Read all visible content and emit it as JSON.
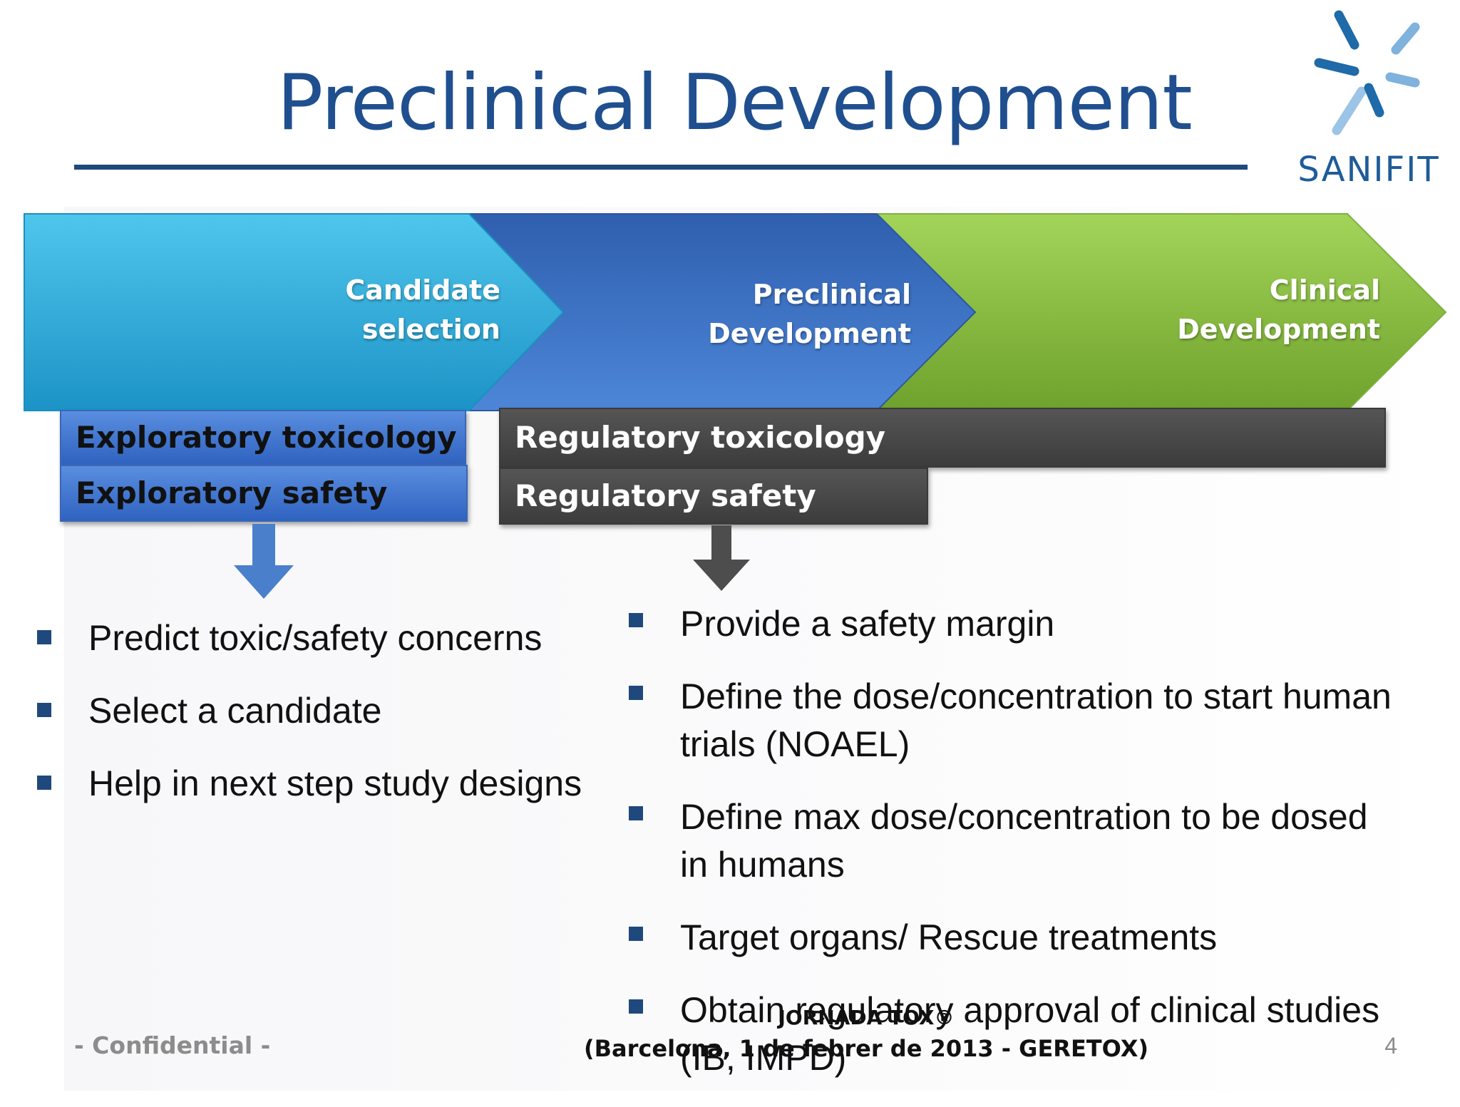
{
  "slide": {
    "title": "Preclinical Development",
    "logo_text": "SANIFIT"
  },
  "phases": [
    {
      "line1": "Candidate",
      "line2": "selection"
    },
    {
      "line1": "Preclinical",
      "line2": "Development"
    },
    {
      "line1": "Clinical",
      "line2": "Development"
    }
  ],
  "bars": {
    "exploratory_toxicology": "Exploratory toxicology",
    "exploratory_safety": "Exploratory safety",
    "regulatory_toxicology": "Regulatory toxicology",
    "regulatory_safety": "Regulatory safety"
  },
  "left_bullets": [
    "Predict toxic/safety concerns",
    "Select a candidate",
    "Help in next step study designs"
  ],
  "right_bullets": [
    " Provide a safety margin",
    " Define the dose/concentration to start human trials  (NOAEL)",
    " Define max dose/concentration to be dosed in humans",
    "Target organs/ Rescue treatments",
    "Obtain regulatory approval of clinical studies (IB, IMPD)"
  ],
  "footer": {
    "confidential": "- Confidential -",
    "event_line1": "JORNADA TOX®",
    "event_line2": "(Barcelona, 1 de febrer de 2013 - GERETOX)",
    "page_number": "4"
  },
  "colors": {
    "title": "#1f4f8f",
    "rule": "#1f497d",
    "bullet": "#1f497d",
    "chevron_cyan": "#2aaede",
    "chevron_blue": "#3a6fc4",
    "chevron_green": "#8dc63f",
    "bar_blue": "#3c70c9",
    "bar_dark": "#444444"
  }
}
